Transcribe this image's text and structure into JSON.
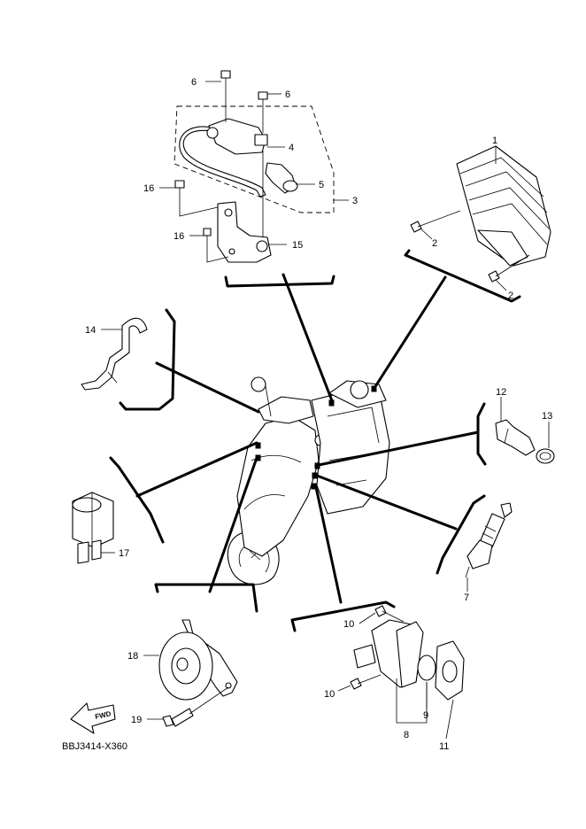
{
  "callouts": {
    "c1": "1",
    "c2a": "2",
    "c2b": "2",
    "c3": "3",
    "c4": "4",
    "c5": "5",
    "c6a": "6",
    "c6b": "6",
    "c7": "7",
    "c8": "8",
    "c9": "9",
    "c10a": "10",
    "c10b": "10",
    "c11": "11",
    "c12": "12",
    "c13": "13",
    "c14": "14",
    "c15": "15",
    "c16a": "16",
    "c16b": "16",
    "c17": "17",
    "c18": "18",
    "c19": "19"
  },
  "fwd_label": "FWD",
  "diagram_code": "BBJ3414-X360"
}
